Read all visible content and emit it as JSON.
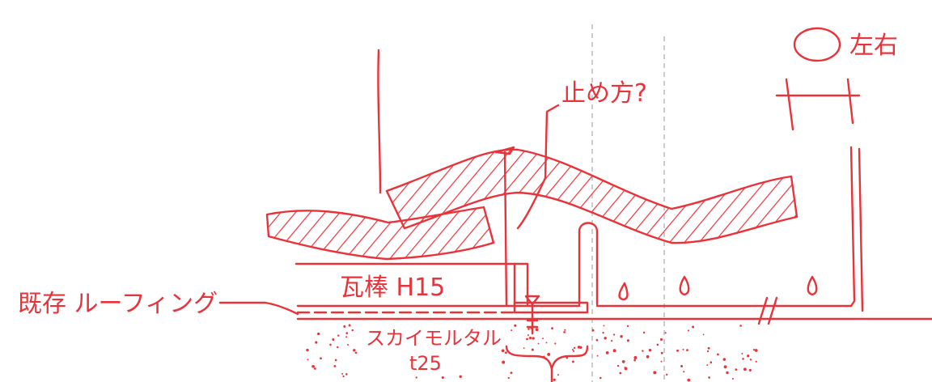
{
  "colors": {
    "ink": "#e8333a",
    "guide": "#9a9a9a",
    "paper": "#ffffff"
  },
  "labels": {
    "fixing_question": "止め方?",
    "tile_batten": "瓦棒 H15",
    "existing_roofing": "既存 ルーフィング",
    "sky_mortar": "スカイモルタル",
    "thickness": "t25",
    "corner_note": "左右"
  }
}
